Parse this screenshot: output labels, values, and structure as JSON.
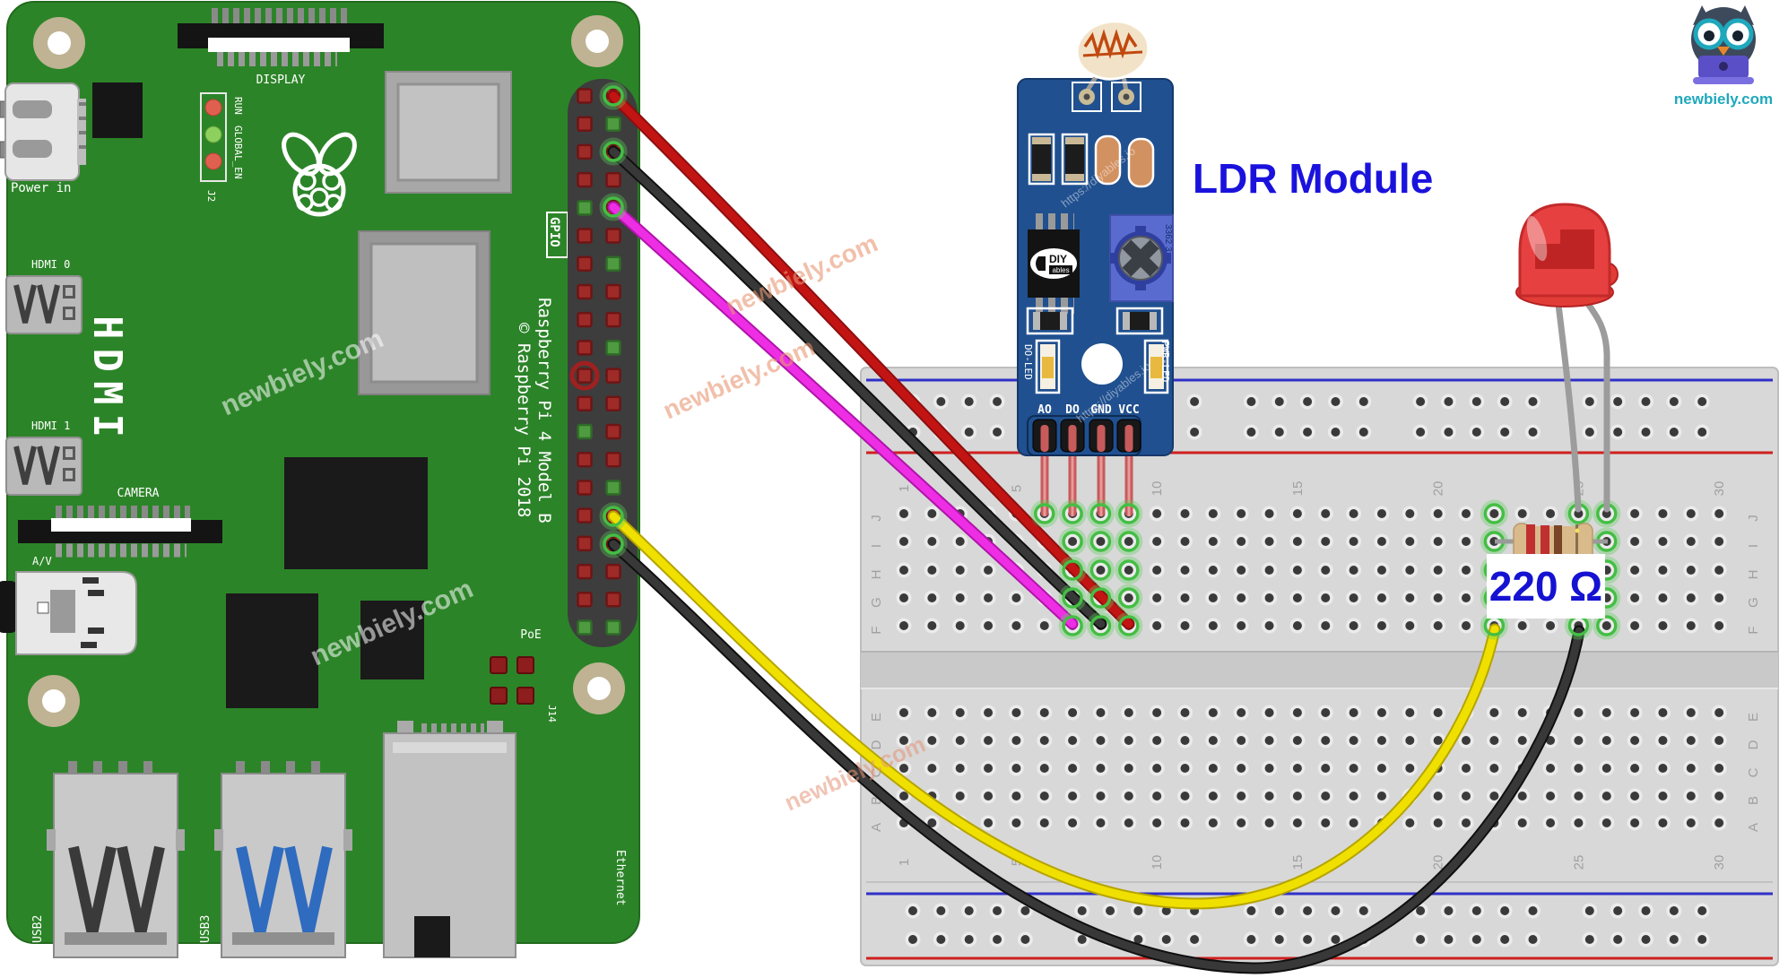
{
  "diagram": {
    "module_title": "LDR Module",
    "resistor_value": "220 Ω"
  },
  "pi": {
    "power_in": "Power in",
    "display": "DISPLAY",
    "run": "RUN",
    "global_en": "GLOBAL_EN",
    "j2": "J2",
    "hdmi0": "HDMI 0",
    "hdmi1": "HDMI 1",
    "hdmi_big": "HDMI",
    "camera": "CAMERA",
    "av": "A/V",
    "gpio": "GPIO",
    "model": "Raspberry Pi 4 Model B",
    "copyright": "© Raspberry Pi 2018",
    "poe": "PoE",
    "j14": "J14",
    "usb2": "USB2",
    "usb3": "USB3",
    "ethernet": "Ethernet"
  },
  "module": {
    "pins": [
      "AO",
      "DO",
      "GND",
      "VCC"
    ],
    "do_led": "DO-LED",
    "pwr_led": "PWR-LED",
    "pot_marking": "3362 3",
    "chip_logo_top": "DIY",
    "chip_logo_bottom": "ables",
    "watermark": "https://diyables.io"
  },
  "breadboard": {
    "rows_top": [
      "J",
      "I",
      "H",
      "G",
      "F"
    ],
    "rows_bottom": [
      "E",
      "D",
      "C",
      "B",
      "A"
    ],
    "columns": [
      "1",
      "5",
      "10",
      "15",
      "20",
      "25",
      "30"
    ]
  },
  "brand": {
    "site": "newbiely.com",
    "watermark": "newbiely.com"
  },
  "colors": {
    "pcb_green": "#2c8428",
    "module_blue": "#20508f",
    "label_blue": "#1a12dc",
    "wire_red": "#c31414",
    "wire_black": "#2e2e2e",
    "wire_magenta": "#ee2ee4",
    "wire_yellow": "#f0e000",
    "highlight_green": "#44be44",
    "breadboard_gray": "#d8d8d8"
  }
}
